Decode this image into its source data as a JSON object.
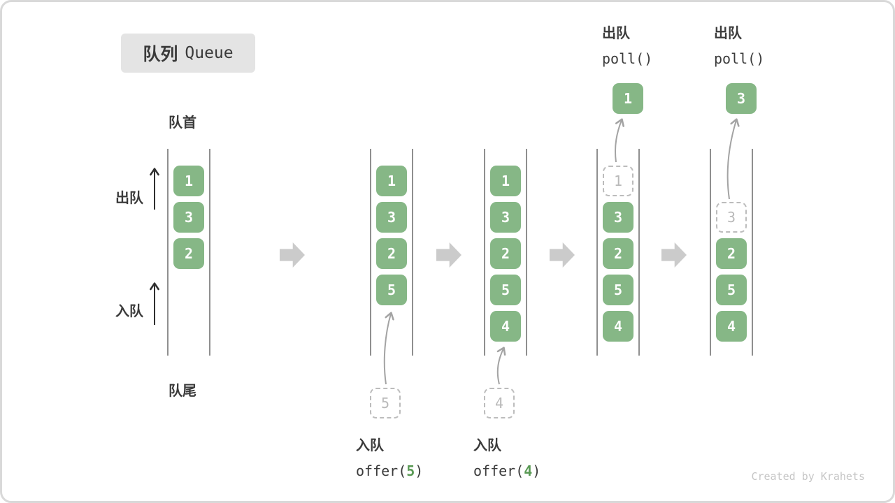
{
  "title": {
    "zh": "队列",
    "en": "Queue"
  },
  "side_labels": {
    "front": "队首",
    "rear": "队尾",
    "dequeue": "出队",
    "enqueue": "入队"
  },
  "colors": {
    "box_green": "#86B786",
    "ghost_gray": "#BCBCBC",
    "block_arrow_gray": "#CBCBCB",
    "text_dark": "#3B3B3B",
    "accent_green": "#5A9A55"
  },
  "stages": [
    {
      "name": "initial",
      "cells": [
        "1",
        "3",
        "2"
      ]
    },
    {
      "name": "offer-5",
      "cells": [
        "1",
        "3",
        "2",
        "5"
      ],
      "incoming": "5",
      "caption_action": "入队",
      "caption_fn": "offer(",
      "caption_arg": "5",
      "caption_close": ")"
    },
    {
      "name": "offer-4",
      "cells": [
        "1",
        "3",
        "2",
        "5",
        "4"
      ],
      "incoming": "4",
      "caption_action": "入队",
      "caption_fn": "offer(",
      "caption_arg": "4",
      "caption_close": ")"
    },
    {
      "name": "poll-1",
      "ghost": "1",
      "cells": [
        "3",
        "2",
        "5",
        "4"
      ],
      "popped": "1",
      "caption_action": "出队",
      "caption_code": "poll()"
    },
    {
      "name": "poll-3",
      "ghost": "3",
      "cells": [
        "2",
        "5",
        "4"
      ],
      "popped": "3",
      "caption_action": "出队",
      "caption_code": "poll()"
    }
  ],
  "footer": {
    "watermark": "Created by Krahets"
  }
}
